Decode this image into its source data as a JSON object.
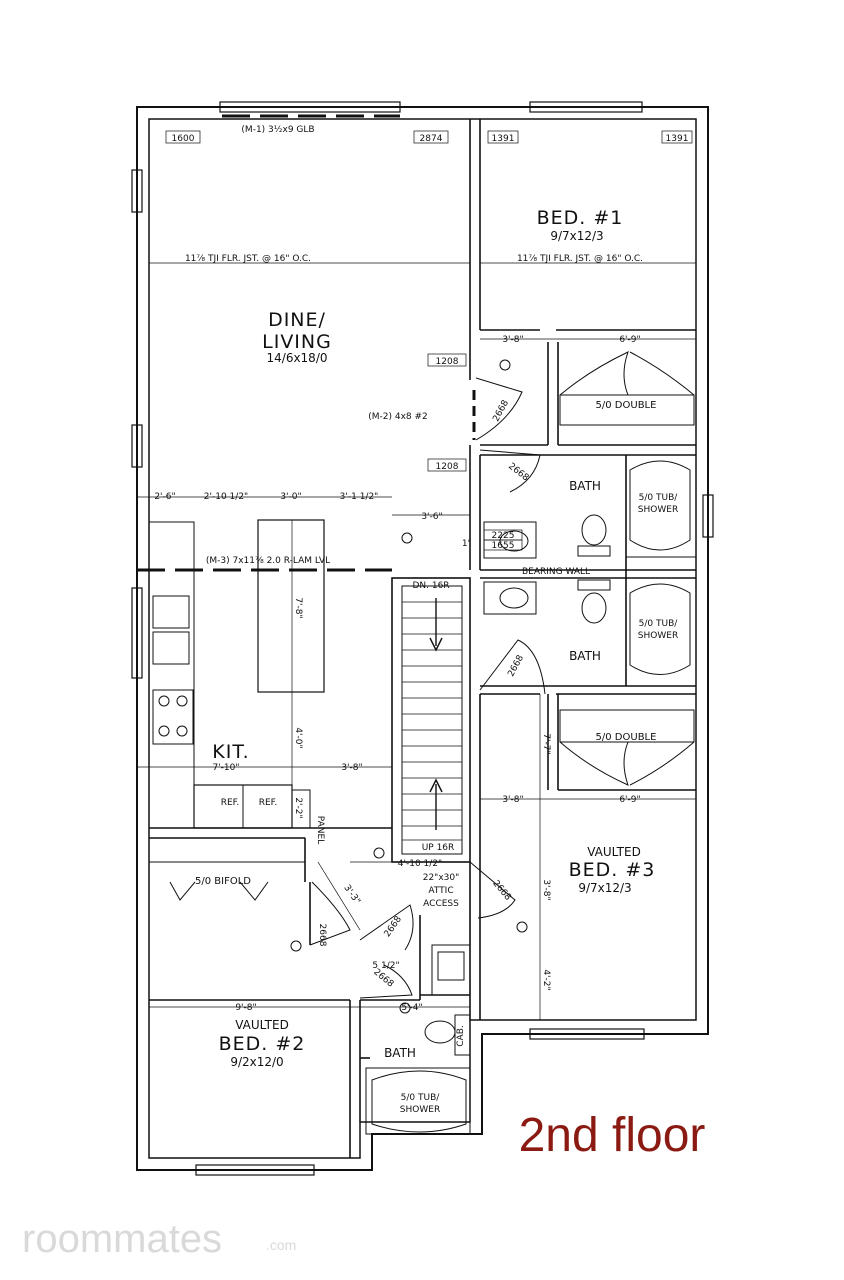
{
  "floor_title": "2nd floor",
  "watermark": {
    "brand": "roommates",
    "suffix": ".com"
  },
  "colors": {
    "walls": "#111111",
    "title": "#8a1a12",
    "watermark": "#d9d9d9"
  },
  "rooms": {
    "dine_living": {
      "line1": "DINE/",
      "line2": "LIVING",
      "dims": "14/6x18/0"
    },
    "bed1": {
      "name": "BED. #1",
      "dims": "9/7x12/3"
    },
    "bed2": {
      "note": "VAULTED",
      "name": "BED. #2",
      "dims": "9/2x12/0"
    },
    "bed3": {
      "note": "VAULTED",
      "name": "BED. #3",
      "dims": "9/7x12/3"
    },
    "kitchen": {
      "name": "KIT."
    },
    "bath_upper": {
      "name": "BATH"
    },
    "bath_middle": {
      "name": "BATH"
    },
    "bath_lower": {
      "name": "BATH"
    }
  },
  "fixtures": {
    "double_closet_1": "5/0 DOUBLE",
    "double_closet_2": "5/0 DOUBLE",
    "bifold": "5/0 BIFOLD",
    "tub_upper": [
      "5/0 TUB/",
      "SHOWER"
    ],
    "tub_middle": [
      "5/0 TUB/",
      "SHOWER"
    ],
    "tub_lower": [
      "5/0 TUB/",
      "SHOWER"
    ],
    "ref1": "REF.",
    "ref2": "REF.",
    "panel": "PANEL",
    "cab": "CAB.",
    "attic": [
      "22\"x30\"",
      "ATTIC",
      "ACCESS"
    ],
    "stair_down": "DN. 16R",
    "stair_up": "UP 16R",
    "bearing_wall": "BEARING WALL"
  },
  "beams": {
    "m1": "(M-1) 3½x9 GLB",
    "m2": "(M-2) 4x8 #2",
    "m3": "(M-3) 7x11⅞ 2.0 R-LAM LVL",
    "joist_left": "11⅞ TJI FLR. JST. @ 16\" O.C.",
    "joist_right": "11⅞ TJI FLR. JST. @ 16\" O.C."
  },
  "window_tags": {
    "w1": "1600",
    "w2": "2874",
    "w3": "1391",
    "w4": "1391",
    "w5": "1208",
    "w6": "1208",
    "w7": "2225",
    "w8": "1655"
  },
  "door_tags": [
    "2668",
    "2668",
    "2668",
    "2668",
    "2668",
    "2668",
    "2668"
  ],
  "dimensions": {
    "d_2_6": "2'-6\"",
    "d_2_10": "2'-10 1/2\"",
    "d_3_0": "3'-0\"",
    "d_3_1": "3'-1 1/2\"",
    "d_3_6": "3'-6\"",
    "d_1": "1'",
    "d_7_8": "7'-8\"",
    "d_4_0": "4'-0\"",
    "d_7_10": "7'-10\"",
    "d_3_8_kit": "3'-8\"",
    "d_2_2": "2'-2\"",
    "d_3_8_top": "3'-8\"",
    "d_6_9_top": "6'-9\"",
    "d_3_8_mid": "3'-8\"",
    "d_6_9_mid": "6'-9\"",
    "d_7_7": "7'-7\"",
    "d_3_8_v": "3'-8\"",
    "d_4_2": "4'-2\"",
    "d_4_10": "4'-10 1/2\"",
    "d_3_3": "3'-3\"",
    "d_5_half": "5 1/2\"",
    "d_9_8": "9'-8\"",
    "d_5_4": "5'-4\""
  }
}
